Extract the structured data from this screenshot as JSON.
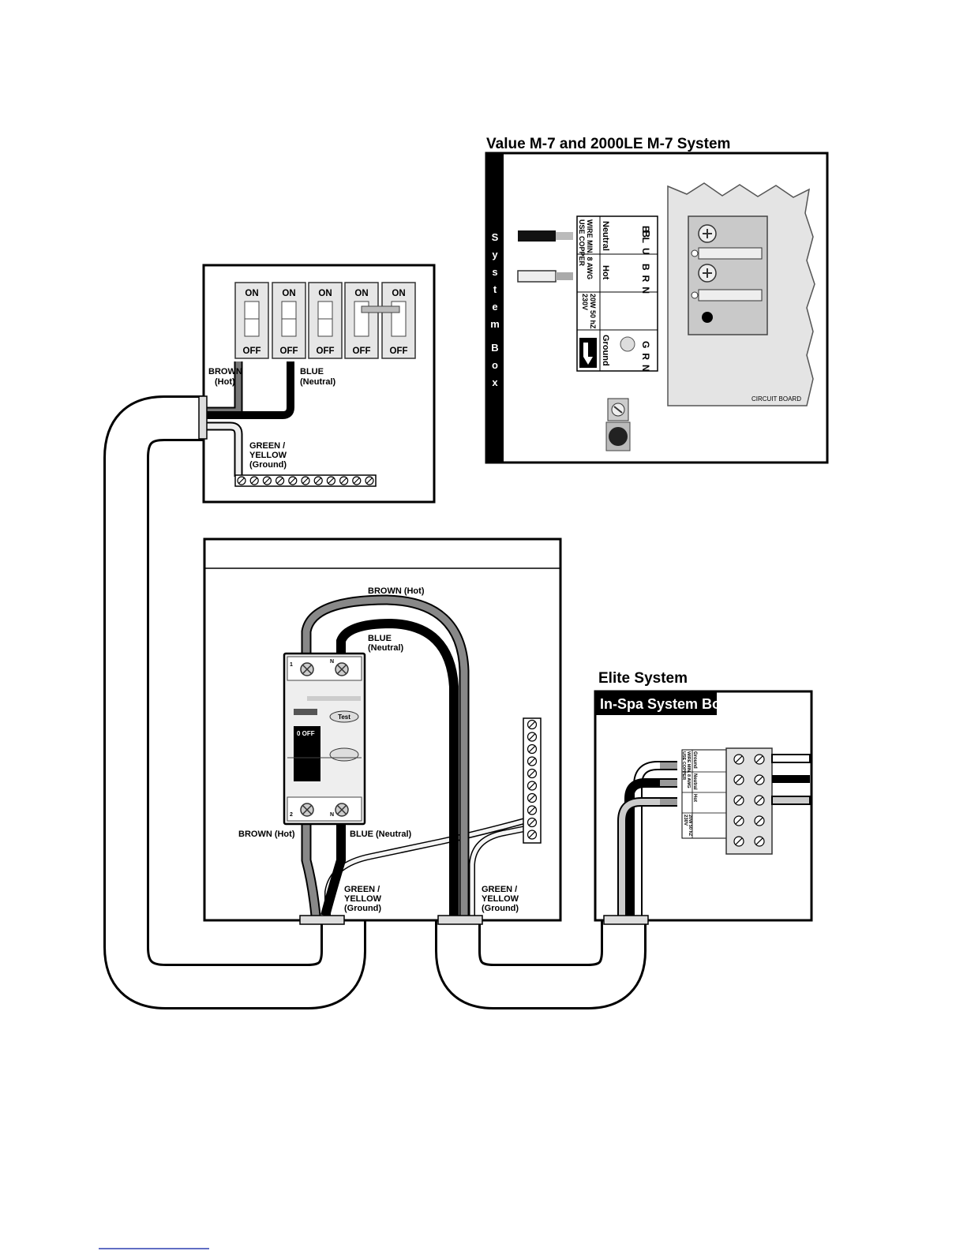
{
  "headers": {
    "m7_title": "Value M-7 and 2000LE M-7 System",
    "elite_title": "Elite System",
    "inspa_box": "In-Spa System Box"
  },
  "m7_box": {
    "side_letters": [
      "S",
      "y",
      "s",
      "t",
      "e",
      "m",
      "",
      "B",
      "o",
      "x"
    ],
    "col_blu": [
      "B",
      "L",
      "U"
    ],
    "col_brn": [
      "B",
      "R",
      "N"
    ],
    "col_grn": [
      "G",
      "R",
      "N"
    ],
    "neutral": "Neutral",
    "hot": "Hot",
    "ground": "Ground",
    "use_copper": "USE COPPER",
    "wire_min": "WIRE MIN. 8 AWG",
    "v230": "230V",
    "hz": "20W 50 hZ",
    "circuit_board": "CIRCUIT BOARD"
  },
  "panel": {
    "switches": [
      {
        "on": "ON",
        "off": "OFF"
      },
      {
        "on": "ON",
        "off": "OFF"
      },
      {
        "on": "ON",
        "off": "OFF"
      },
      {
        "on": "ON",
        "off": "OFF"
      },
      {
        "on": "ON",
        "off": "OFF"
      }
    ],
    "brown": "BROWN",
    "brown_hot": "(Hot)",
    "blue": "BLUE",
    "blue_neutral": "(Neutral)",
    "green": "GREEN /",
    "yellow": "YELLOW",
    "ground": "(Ground)"
  },
  "gfci": {
    "brown_top": "BROWN (Hot)",
    "blue_top": "BLUE",
    "blue_top_neutral": "(Neutral)",
    "test": "Test",
    "off": "0 OFF",
    "brown_bottom": "BROWN (Hot)",
    "blue_bottom": "BLUE (Neutral)",
    "gy1_a": "GREEN /",
    "gy1_b": "YELLOW",
    "gy1_c": "(Ground)",
    "gy2_a": "GREEN /",
    "gy2_b": "YELLOW",
    "gy2_c": "(Ground)",
    "pin1": "1",
    "pinN": "N",
    "pin2": "2",
    "pinN2": "N"
  },
  "elite": {
    "ground": "Ground",
    "neutral": "Neutral",
    "hot": "Hot",
    "use_copper": "USE COPPER",
    "wire_min": "WIRE MIN. 8 AWG",
    "v230": "230V",
    "hz": "20W 50 hZ"
  }
}
